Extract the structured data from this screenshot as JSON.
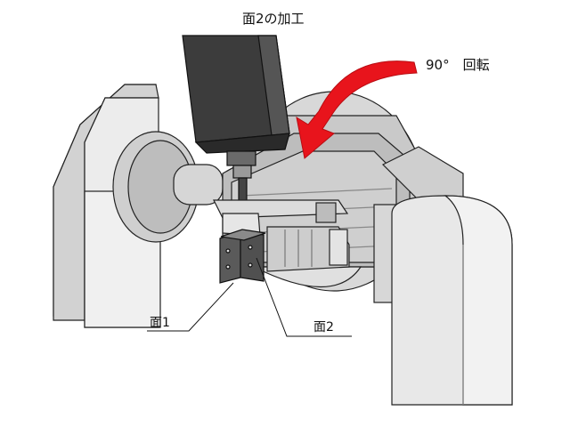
{
  "title": "面2の加工",
  "rotation_label": "90°　回転",
  "labels": {
    "face1": "面1",
    "face2": "面2"
  },
  "colors": {
    "arrow": "#e8141c",
    "machine_light": "#e6e6e6",
    "machine_mid": "#c8c8c8",
    "machine_dark": "#9a9a9a",
    "spindle": "#3a3a3a",
    "outline": "#222222"
  },
  "icons": {
    "rotation_arrow": "curved-arrow-down-icon"
  }
}
